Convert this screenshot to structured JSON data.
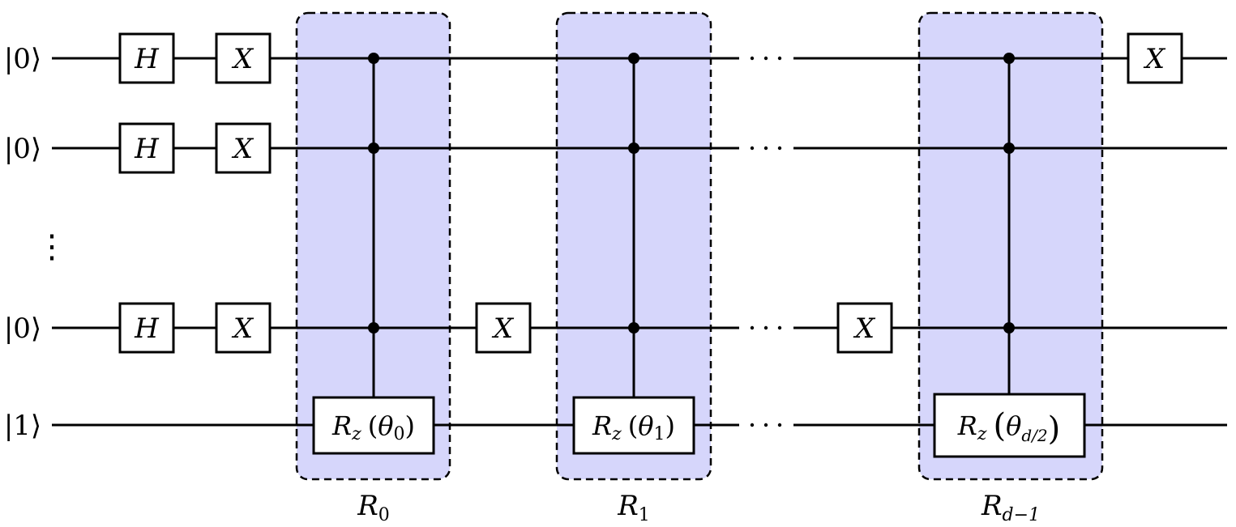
{
  "qubits": [
    {
      "label": "|0⟩"
    },
    {
      "label": "|0⟩"
    },
    {
      "label": "|0⟩"
    },
    {
      "label": "|1⟩"
    }
  ],
  "gates": {
    "h": "H",
    "x": "X"
  },
  "rotations": [
    {
      "base": "R",
      "sub": "z",
      "param": "θ",
      "param_sub": "0",
      "group_label": "R",
      "group_sub": "0"
    },
    {
      "base": "R",
      "sub": "z",
      "param": "θ",
      "param_sub": "1",
      "group_label": "R",
      "group_sub": "1"
    },
    {
      "base": "R",
      "sub": "z",
      "param": "θ",
      "param_sub": "d/2",
      "group_label": "R",
      "group_sub": "d−1"
    }
  ],
  "paren_open": "(",
  "paren_close": ")",
  "vertical_ellipsis": "⋮",
  "colors": {
    "group_fill": "#d6d6fb",
    "stroke": "#000000"
  }
}
